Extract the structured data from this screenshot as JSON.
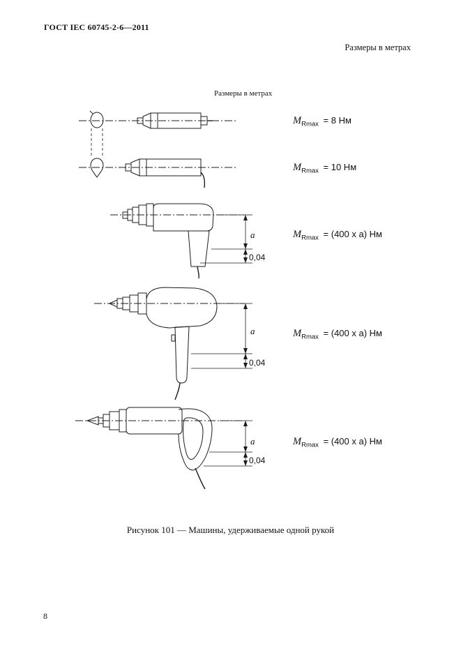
{
  "header": {
    "title": "ГОСТ IEC 60745-2-6—2011",
    "units_note": "Размеры в метрах"
  },
  "figure": {
    "units_note": "Размеры в метрах",
    "caption": "Рисунок 101 — Машины, удерживаемые одной рукой",
    "rows": [
      {
        "symbol": "M",
        "subscript": "Rmax",
        "value": "= 8 Нм"
      },
      {
        "symbol": "M",
        "subscript": "Rmax",
        "value": "= 10 Нм"
      },
      {
        "symbol": "M",
        "subscript": "Rmax",
        "value": "= (400 x a) Нм",
        "dim_a": "a",
        "dim_offset": "0,04"
      },
      {
        "symbol": "M",
        "subscript": "Rmax",
        "value": "= (400 x a) Нм",
        "dim_a": "a",
        "dim_offset": "0,04"
      },
      {
        "symbol": "M",
        "subscript": "Rmax",
        "value": "= (400 x a) Нм",
        "dim_a": "a",
        "dim_offset": "0,04"
      }
    ]
  },
  "footer": {
    "page_number": "8"
  }
}
